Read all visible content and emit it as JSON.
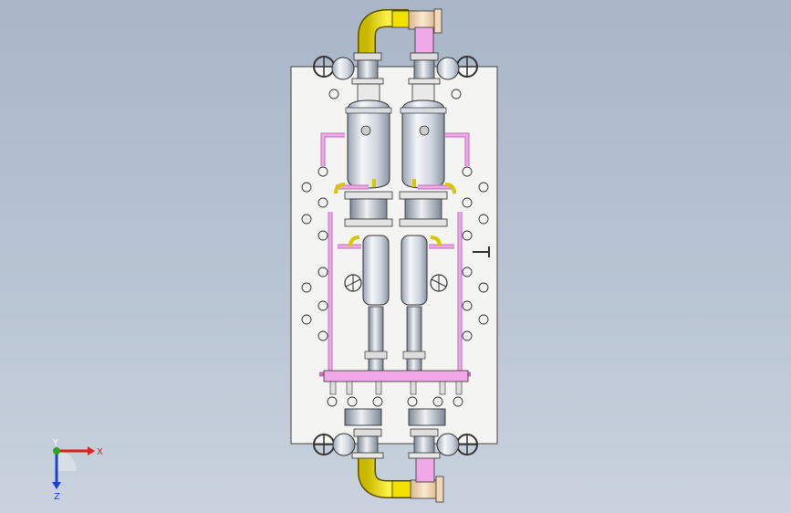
{
  "viewport": {
    "background_top": "#a9b6c8",
    "background_bottom": "#c9d2de"
  },
  "triad": {
    "x_label": "X",
    "y_label": "Y",
    "z_label": "Z",
    "x_color": "#e0201c",
    "y_color": "#2aa52a",
    "z_color": "#1f3fd0"
  },
  "model": {
    "plate_color": "#f4f4f2",
    "yellow_pipe_color": "#f2e000",
    "pink_pipe_color": "#f0a8e8",
    "flange_color": "#f2d8b8",
    "vessel_color": "#dfe3ea",
    "handwheel_icon": "handwheel-icon",
    "valve_icon": "valve-icon",
    "gauge_icon": "gauge-icon"
  }
}
